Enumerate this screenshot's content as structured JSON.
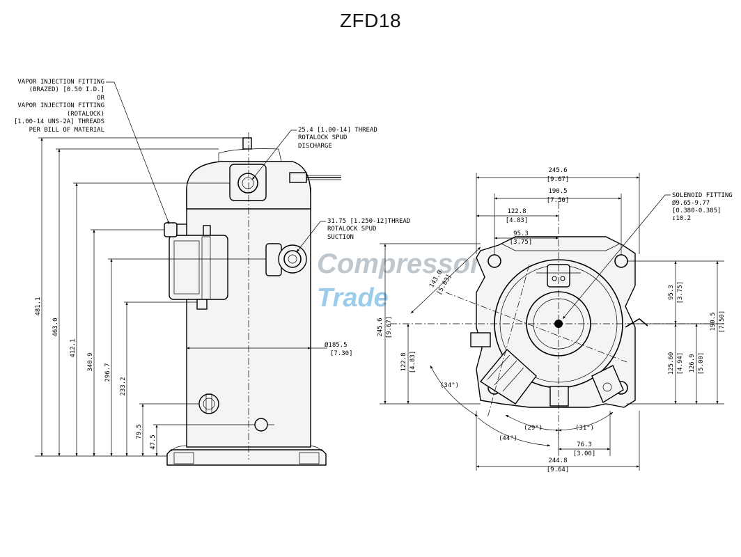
{
  "title": "ZFD18",
  "watermark": {
    "line1": "Compressor",
    "line2": "Trade",
    "color": "#4aa3d8"
  },
  "side_view": {
    "vapor_note": [
      "VAPOR INJECTION FITTING",
      "(BRAZED) [0.50 I.D.]",
      "OR",
      "VAPOR INJECTION FITTING",
      "(ROTALOCK)",
      "[1.00-14 UNS-2A] THREADS",
      "PER BILL OF MATERIAL"
    ],
    "discharge_note": [
      "25.4 [1.00-14] THREAD",
      "ROTALOCK SPUD",
      "DISCHARGE"
    ],
    "suction_note": [
      "31.75 [1.250-12]THREAD",
      "ROTALOCK SPUD",
      "SUCTION"
    ],
    "diameter": [
      "Ø185.5",
      "[7.30]"
    ],
    "heights": [
      "481.1",
      "463.0",
      "412.1",
      "340.9",
      "296.7",
      "233.2",
      "79.5",
      "47.5"
    ]
  },
  "top_view": {
    "solenoid_note": [
      "SOLENOID FITTING",
      "Ø9.65-9.77",
      "[0.380-0.385]",
      "↧10.2"
    ],
    "top_dims": [
      {
        "mm": "245.6",
        "in": "[9.67]"
      },
      {
        "mm": "190.5",
        "in": "[7.50]"
      },
      {
        "mm": "122.8",
        "in": "[4.83]"
      },
      {
        "mm": "95.3",
        "in": "[3.75]"
      }
    ],
    "left_dims": [
      {
        "mm": "245.6",
        "in": "[9.67]"
      },
      {
        "mm": "122.8",
        "in": "[4.83]"
      },
      {
        "mm": "143.0",
        "in": "[5.63]"
      }
    ],
    "right_dims": [
      {
        "mm": "95.3",
        "in": "[3.75]"
      },
      {
        "mm": "190.5",
        "in": "[7.50]"
      },
      {
        "mm": "125.60",
        "in": "[4.94]"
      },
      {
        "mm": "126.9",
        "in": "[5.00]"
      }
    ],
    "bottom_dims": [
      {
        "mm": "76.3",
        "in": "[3.00]"
      },
      {
        "mm": "244.8",
        "in": "[9.64]"
      }
    ],
    "angles": [
      "(34°)",
      "(29°)",
      "(31°)",
      "(44°)"
    ]
  }
}
